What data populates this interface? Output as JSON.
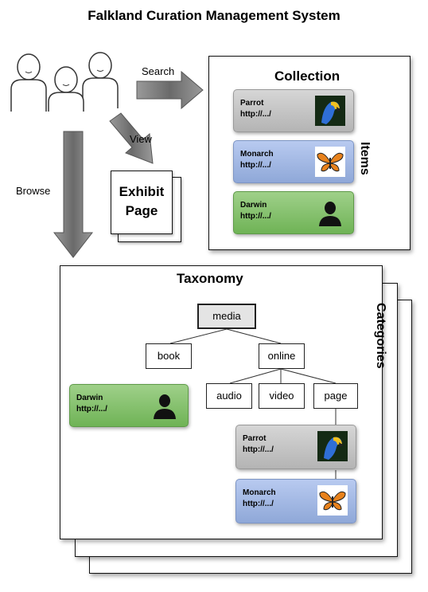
{
  "title": "Falkland Curation Management System",
  "arrows": {
    "search": "Search",
    "view": "View",
    "browse": "Browse"
  },
  "exhibit": {
    "line1": "Exhibit",
    "line2": "Page"
  },
  "collection": {
    "heading": "Collection",
    "side_label": "Items",
    "items": [
      {
        "name": "Parrot",
        "url": "http://.../",
        "color": "grey",
        "icon": "parrot-icon"
      },
      {
        "name": "Monarch",
        "url": "http://.../",
        "color": "blue",
        "icon": "butterfly-icon"
      },
      {
        "name": "Darwin",
        "url": "http://.../",
        "color": "green",
        "icon": "person-silhouette-icon"
      }
    ]
  },
  "taxonomy": {
    "heading": "Taxonomy",
    "side_label": "Categories",
    "nodes": {
      "root": "media",
      "book": "book",
      "online": "online",
      "audio": "audio",
      "video": "video",
      "page": "page"
    },
    "book_item": {
      "name": "Darwin",
      "url": "http://.../"
    },
    "page_items": [
      {
        "name": "Parrot",
        "url": "http://.../"
      },
      {
        "name": "Monarch",
        "url": "http://.../"
      }
    ]
  },
  "colors": {
    "grey_card": "#c4c4c4",
    "blue_card": "#a3b8e5",
    "green_card": "#86c26e",
    "arrow": "#707070"
  }
}
